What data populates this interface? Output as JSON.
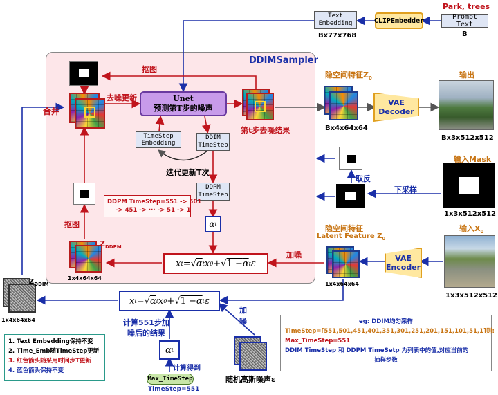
{
  "sampler_title": "DDIMSampler",
  "prompt": {
    "header": "Park, trees",
    "box": "Prompt Text",
    "dim": "B"
  },
  "clip": {
    "box": "CLIPEmbedder"
  },
  "text_embedding": {
    "box_line1": "Text",
    "box_line2": "Embedding",
    "dim": "Bx77x768"
  },
  "unet": {
    "line1": "Unet",
    "line2": "预测第T步的噪声"
  },
  "timestep_embedding": {
    "line1": "TimeStep",
    "line2": "Embedding"
  },
  "ddim_timestep": {
    "line1": "DDIM",
    "line2": "TimeStep"
  },
  "ddpm_timestep": {
    "line1": "DDPM",
    "line2": "TimeStep"
  },
  "labels": {
    "kou_tu_top": "抠图",
    "qu_zao": "去噪更新",
    "he_bing": "合并",
    "step_result": "第t步去噪结果",
    "iterate": "迭代更新T次",
    "kou_tu_mid": "抠图",
    "jia_zao": "加噪",
    "latent_z0": "隐空间特征Z",
    "latent_z0_sub": "0",
    "latent_feat_cn": "隐空间特征",
    "latent_feat_en": "Latent Feature Z",
    "latent_feat_sub": "0",
    "output": "输出",
    "input_mask": "输入Mask",
    "input_x0": "输入X",
    "input_x0_sub": "0",
    "qu_fan": "取反",
    "xia_cai_yang": "下采样",
    "z_ddpm": "Z",
    "z_ddpm_sub": "DDPM",
    "z_ddim": "Z",
    "z_ddim_sub": "DDIM",
    "calc_551_line1": "计算551步加",
    "calc_551_line2": "噪后的结果",
    "calc_get": "计算得到",
    "jia": "加",
    "zao": "噪",
    "noise_label": "随机高斯噪声ε",
    "vae_decoder_line1": "VAE",
    "vae_decoder_line2": "Decoder",
    "vae_encoder_line1": "VAE",
    "vae_encoder_line2": "Encoder"
  },
  "dims": {
    "latent_64": "Bx4x64x64",
    "out_512": "Bx3x512x512",
    "mask_512": "1x3x512x512",
    "x0_512": "1x3x512x512",
    "zddpm": "1x4x64x64",
    "zenc": "1x4x64x64",
    "zddim": "1x4x64x64"
  },
  "ddpm_box": {
    "line1": "DDPM TimeStep=551 -> 501",
    "line2": "-> 451 -> ··· -> 51 -> 1"
  },
  "max_timestep": {
    "box": "Max_TimeStep",
    "value": "TimeStep=551"
  },
  "formula": {
    "lhs": "x",
    "sub": "t",
    "eq": " = ",
    "a": "α",
    "x0": "x",
    "zero": "0",
    "plus": " + ",
    "one": "1 − ",
    "eps": "ε"
  },
  "alpha_bar": {
    "a": "α",
    "sub": "t"
  },
  "eg_box": {
    "title": "eg: DDIM均匀采样",
    "line1": "TimeStep=[551,501,451,401,351,301,251,201,151,101,51,1]则:",
    "line2": "Max_TimeStep=551",
    "line3": "DDIM TimeStep 和 DDPM TimeSetp 为列表中的值,对应当前的",
    "line4": "抽样步数"
  },
  "legend": {
    "item1": "1. Text Embedding保持不变",
    "item2": "2. Time_Emb随TimeStep更新",
    "item3": "3. 红色箭头随采用时间步T更新",
    "item4": "4. 蓝色箭头保持不变"
  },
  "colors": {
    "red": "#c0141c",
    "blue": "#1a2fa8",
    "orange": "#c87514",
    "pink": "#fde6e9",
    "purple": "#c89bea"
  }
}
